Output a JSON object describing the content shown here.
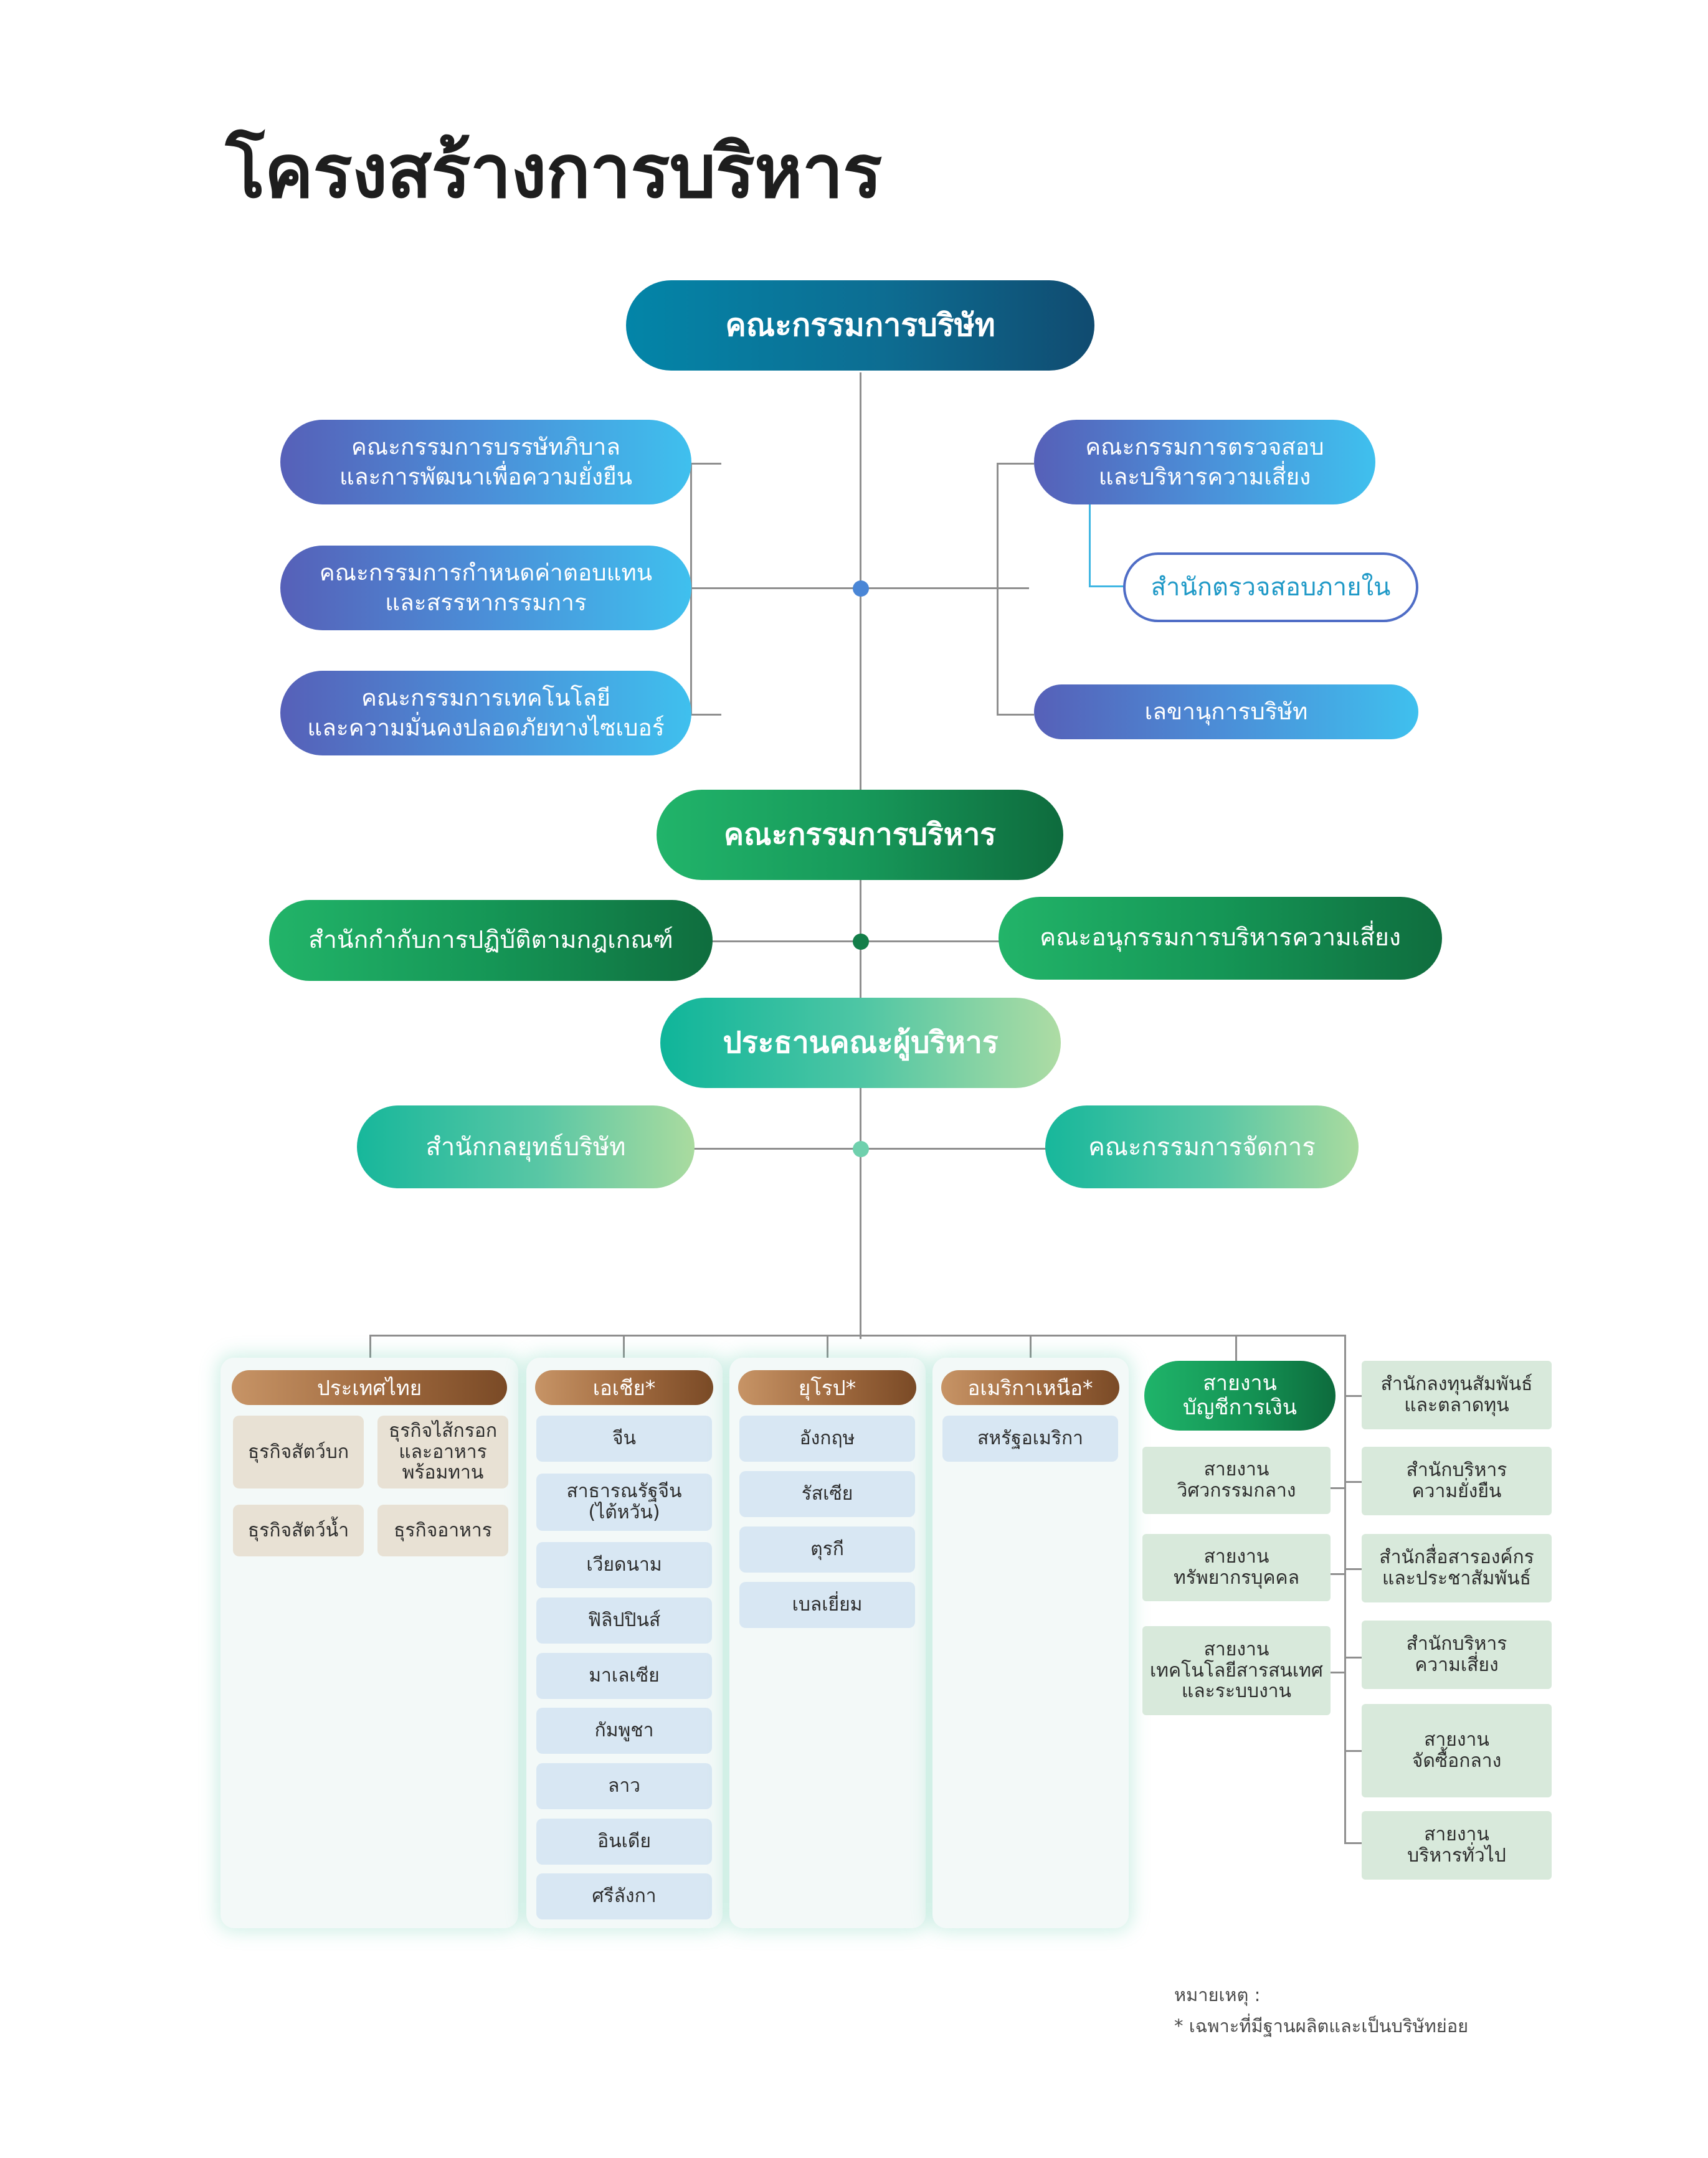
{
  "page_title": "โครงสร้างการบริหาร",
  "board": "คณะกรรมการบริษัท",
  "left_committees": [
    "คณะกรรมการบรรษัทภิบาล\nและการพัฒนาเพื่อความยั่งยืน",
    "คณะกรรมการกำหนดค่าตอบแทน\nและสรรหากรรมการ",
    "คณะกรรมการเทคโนโลยี\nและความมั่นคงปลอดภัยทางไซเบอร์"
  ],
  "right_committees": {
    "audit": "คณะกรรมการตรวจสอบ\nและบริหารความเสี่ยง",
    "internal_audit": "สำนักตรวจสอบภายใน",
    "secretary": "เลขานุการบริษัท"
  },
  "executive_committee": "คณะกรรมการบริหาร",
  "compliance": "สำนักกำกับการปฏิบัติตามกฎเกณฑ์",
  "risk_subcommittee": "คณะอนุกรรมการบริหารความเสี่ยง",
  "ceo": "ประธานคณะผู้บริหาร",
  "strategy_office": "สำนักกลยุทธ์บริษัท",
  "management_committee": "คณะกรรมการจัดการ",
  "thailand": {
    "header": "ประเทศไทย",
    "items": [
      "ธุรกิจสัตว์บก",
      "ธุรกิจไส้กรอก\nและอาหาร\nพร้อมทาน",
      "ธุรกิจสัตว์น้ำ",
      "ธุรกิจอาหาร"
    ]
  },
  "asia": {
    "header": "เอเชีย*",
    "items": [
      "จีน",
      "สาธารณรัฐจีน\n(ไต้หวัน)",
      "เวียดนาม",
      "ฟิลิปปินส์",
      "มาเลเซีย",
      "กัมพูชา",
      "ลาว",
      "อินเดีย",
      "ศรีลังกา"
    ]
  },
  "europe": {
    "header": "ยุโรป*",
    "items": [
      "อังกฤษ",
      "รัสเซีย",
      "ตุรกี",
      "เบลเยี่ยม"
    ]
  },
  "north_america": {
    "header": "อเมริกาเหนือ*",
    "items": [
      "สหรัฐอเมริกา"
    ]
  },
  "finance": "สายงาน\nบัญชีการเงิน",
  "middle_units": [
    "สายงาน\nวิศวกรรมกลาง",
    "สายงาน\nทรัพยากรบุคคล",
    "สายงาน\nเทคโนโลยีสารสนเทศ\nและระบบงาน"
  ],
  "right_units": [
    "สำนักลงทุนสัมพันธ์\nและตลาดทุน",
    "สำนักบริหาร\nความยั่งยืน",
    "สำนักสื่อสารองค์กร\nและประชาสัมพันธ์",
    "สำนักบริหาร\nความเสี่ยง",
    "สายงาน\nจัดซื้อกลาง",
    "สายงาน\nบริหารทั่วไป"
  ],
  "note": {
    "label": "หมายเหตุ :",
    "text": "* เฉพาะที่มีฐานผลิตและเป็นบริษัทย่อย"
  },
  "colors": {
    "board": "#0d6d92",
    "blue_committee": "#4b8fd8",
    "green_committee": "#17995a",
    "ceo": "#4ec6a4",
    "region_header": "#9f693e",
    "connector": "#8f8f8f"
  }
}
